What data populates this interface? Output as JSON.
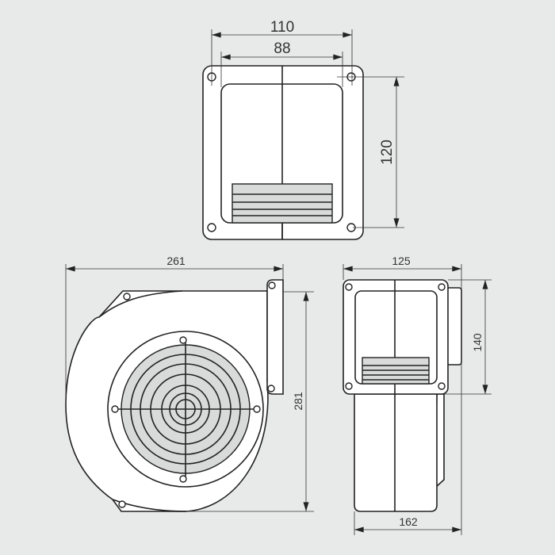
{
  "title": "Blower fan dimension drawing",
  "colors": {
    "background": "#e8e9e9",
    "line": "#222222",
    "fill": "#ffffff",
    "grille": "#d9dada"
  },
  "dimensions": {
    "outlet_flange_width": "110",
    "outlet_opening_width": "88",
    "outlet_hole_spacing": "120",
    "overall_length": "261",
    "overall_height": "281",
    "front_width": "125",
    "flange_height": "140",
    "body_depth": "162"
  }
}
